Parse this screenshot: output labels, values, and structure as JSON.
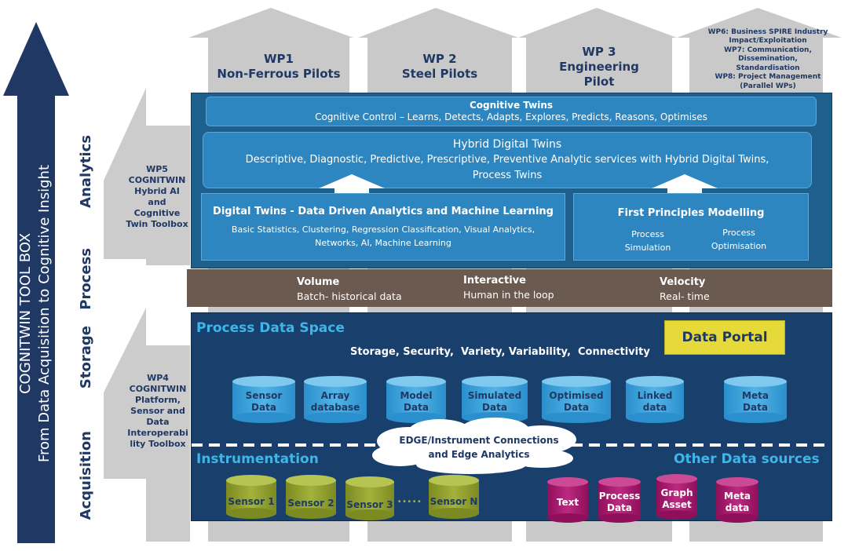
{
  "toolbox": {
    "title": "COGNITWIN TOOL BOX",
    "subtitle": "From Data Acquisition to Cognitive Insight"
  },
  "layers": {
    "analytics": "Analytics",
    "process": "Process",
    "storage": "Storage",
    "acquisition": "Acquisition"
  },
  "work_packages": {
    "wp1": {
      "line1": "WP1",
      "line2": "Non-Ferrous Pilots"
    },
    "wp2": {
      "line1": "WP 2",
      "line2": "Steel Pilots"
    },
    "wp3": {
      "line1": "WP 3",
      "line2": "Engineering",
      "line3": "Pilot"
    },
    "wp678": {
      "line1": "WP6: Business SPIRE Industry",
      "line2": "Impact/Exploitation",
      "line3": "WP7: Communication,",
      "line4": "Dissemination,",
      "line5": "Standardisation",
      "line6": "WP8: Project Management",
      "line7": "(Parallel WPs)"
    },
    "wp5": {
      "line1": "WP5",
      "line2": "COGNITWIN",
      "line3": "Hybrid AI",
      "line4": "and",
      "line5": "Cognitive",
      "line6": "Twin Toolbox"
    },
    "wp4": {
      "line1": "WP4",
      "line2": "COGNITWIN",
      "line3": "Platform,",
      "line4": "Sensor and",
      "line5": "Data",
      "line6": "Interoperabi",
      "line7": "lity Toolbox"
    }
  },
  "cognitive_twins": {
    "title": "Cognitive Twins",
    "description": "Cognitive Control – Learns, Detects, Adapts, Explores, Predicts, Reasons, Optimises"
  },
  "hybrid_twins": {
    "title": "Hybrid Digital Twins",
    "line1": "Descriptive, Diagnostic, Predictive, Prescriptive, Preventive Analytic services with Hybrid Digital Twins,",
    "line2": "Process Twins"
  },
  "digital_twins": {
    "title": "Digital Twins - Data Driven Analytics and Machine Learning",
    "line1": "Basic Statistics, Clustering, Regression Classification, Visual Analytics,",
    "line2": "Networks, AI,  Machine Learning"
  },
  "first_principles": {
    "title": "First Principles Modelling",
    "sim_line1": "Process",
    "sim_line2": "Simulation",
    "opt_line1": "Process",
    "opt_line2": "Optimisation"
  },
  "process_band": {
    "volume_title": "Volume",
    "volume_text": "Batch- historical data",
    "interactive_title": "Interactive",
    "interactive_text": "Human in the loop",
    "velocity_title": "Velocity",
    "velocity_text": "Real- time"
  },
  "data_space": {
    "title": "Process Data Space",
    "portal": "Data Portal",
    "properties": "Storage, Security,  Variety, Variability,  Connectivity",
    "stores": [
      {
        "line1": "Sensor",
        "line2": "Data"
      },
      {
        "line1": "Array",
        "line2": "database"
      },
      {
        "line1": "Model",
        "line2": "Data"
      },
      {
        "line1": "Simulated",
        "line2": "Data"
      },
      {
        "line1": "Optimised",
        "line2": "Data"
      },
      {
        "line1": "Linked",
        "line2": "data"
      },
      {
        "line1": "Meta",
        "line2": "Data"
      }
    ]
  },
  "edge": {
    "line1": "EDGE/Instrument Connections",
    "line2": "and Edge Analytics"
  },
  "instrumentation": {
    "title": "Instrumentation",
    "sensors": [
      "Sensor 1",
      "Sensor 2",
      "Sensor 3",
      "Sensor N"
    ],
    "dots": "....."
  },
  "other_sources": {
    "title": "Other Data sources",
    "items": [
      {
        "line1": "Text",
        "line2": ""
      },
      {
        "line1": "Process",
        "line2": "Data"
      },
      {
        "line1": "Graph",
        "line2": "Asset"
      },
      {
        "line1": "Meta",
        "line2": "data"
      }
    ]
  },
  "colors": {
    "navy": "#1f3864",
    "panel_blue": "#1f5f8e",
    "light_blue": "#2e86c1",
    "cyan_title": "#3fb6e8",
    "arrow_grey": "#c9c9c9",
    "band_brown": "#6b5a50",
    "portal_yellow": "#e6d93a",
    "sensor_olive": "#8a9a2b",
    "source_magenta": "#a3196b"
  }
}
